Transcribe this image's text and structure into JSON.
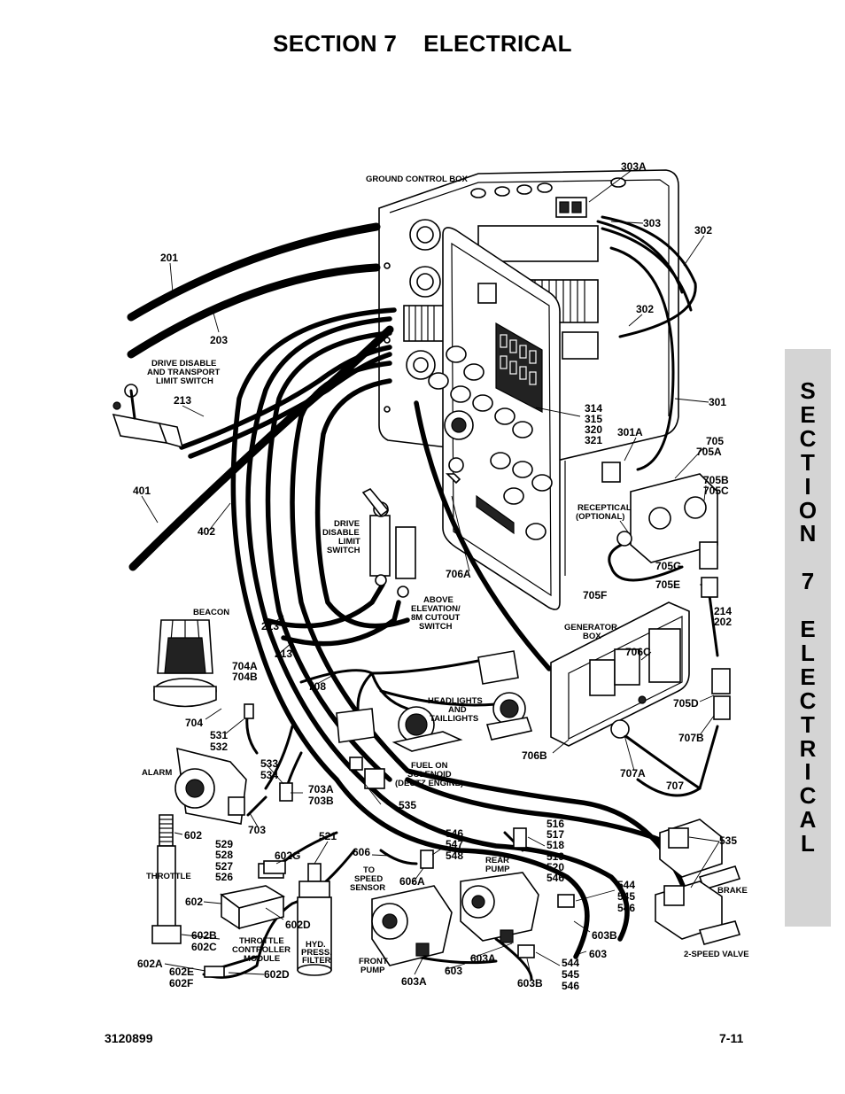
{
  "page_title": "SECTION 7    ELECTRICAL",
  "side_tab": {
    "letters": [
      "S",
      "E",
      "C",
      "T",
      "I",
      "O",
      "N",
      "",
      "7",
      "",
      "E",
      "L",
      "E",
      "C",
      "T",
      "R",
      "I",
      "C",
      "A",
      "L"
    ]
  },
  "footer": {
    "doc_number": "3120899",
    "page_number": "7-11"
  },
  "labels": {
    "ground_control_box": "GROUND CONTROL BOX",
    "drive_disable_transport_1": "DRIVE DISABLE",
    "drive_disable_transport_2": "AND TRANSPORT",
    "drive_disable_transport_3": "LIMIT SWITCH",
    "drive_disable_limit_1": "DRIVE",
    "drive_disable_limit_2": "DISABLE",
    "drive_disable_limit_3": "LIMIT",
    "drive_disable_limit_4": "SWITCH",
    "above_elevation_1": "ABOVE",
    "above_elevation_2": "ELEVATION/",
    "above_elevation_3": "8M CUTOUT",
    "above_elevation_4": "SWITCH",
    "beacon": "BEACON",
    "headlights_1": "HEADLIGHTS",
    "headlights_2": "AND",
    "headlights_3": "TAILLIGHTS",
    "fuel_1": "FUEL ON",
    "fuel_2": "SOLENOID",
    "fuel_3": "(DEUTZ ENGINE)",
    "alarm": "ALARM",
    "throttle": "THROTTLE",
    "throttle_ctrl_1": "THROTTLE",
    "throttle_ctrl_2": "CONTROLLER",
    "throttle_ctrl_3": "MODULE",
    "hyd_1": "HYD.",
    "hyd_2": "PRESS.",
    "hyd_3": "FILTER",
    "to_speed_1": "TO",
    "to_speed_2": "SPEED",
    "to_speed_3": "SENSOR",
    "front_pump_1": "FRONT",
    "front_pump_2": "PUMP",
    "rear_pump_1": "REAR",
    "rear_pump_2": "PUMP",
    "receptical_1": "RECEPTICAL",
    "receptical_2": "(OPTIONAL)",
    "generator_1": "GENERATOR",
    "generator_2": "BOX",
    "brake": "BRAKE",
    "two_speed": "2-SPEED VALVE"
  },
  "callouts": {
    "c303A": "303A",
    "c303": "303",
    "c302a": "302",
    "c302b": "302",
    "c201": "201",
    "c203": "203",
    "c213a": "213",
    "c213b": "213",
    "c213c": "213",
    "c301": "301",
    "c314": "314",
    "c315": "315",
    "c320": "320",
    "c321": "321",
    "c301A": "301A",
    "c705": "705",
    "c705A": "705A",
    "c705B": "705B",
    "c705C": "705C",
    "c401": "401",
    "c402": "402",
    "c706A": "706A",
    "c705G": "705G",
    "c705E": "705E",
    "c705F": "705F",
    "c214": "214",
    "c202": "202",
    "c706C": "706C",
    "c705D": "705D",
    "c707B": "707B",
    "c706B": "706B",
    "c707A": "707A",
    "c707": "707",
    "c704A": "704A",
    "c704B": "704B",
    "c704": "704",
    "c708": "708",
    "c531": "531",
    "c532": "532",
    "c533": "533",
    "c534": "534",
    "c703A": "703A",
    "c703B": "703B",
    "c703": "703",
    "c535a": "535",
    "c535b": "535",
    "c602": "602",
    "c602G": "602G",
    "c521": "521",
    "c606": "606",
    "c529": "529",
    "c528": "528",
    "c527": "527",
    "c526": "526",
    "c546a": "546",
    "c547": "547",
    "c548": "548",
    "c516": "516",
    "c517": "517",
    "c518": "518",
    "c519": "519",
    "c520": "520",
    "c546b": "546",
    "c606A": "606A",
    "c602b": "602",
    "c602D": "602D",
    "c602B": "602B",
    "c602C": "602C",
    "c602A": "602A",
    "c602E": "602E",
    "c602F": "602F",
    "c602D2": "602D",
    "c544a": "544",
    "c545a": "545",
    "c546c": "546",
    "c603B": "603B",
    "c603A": "603A",
    "c603": "603",
    "c603A2": "603A",
    "c603b2": "603",
    "c603B2": "603B",
    "c544b": "544",
    "c545b": "545",
    "c546d": "546"
  }
}
